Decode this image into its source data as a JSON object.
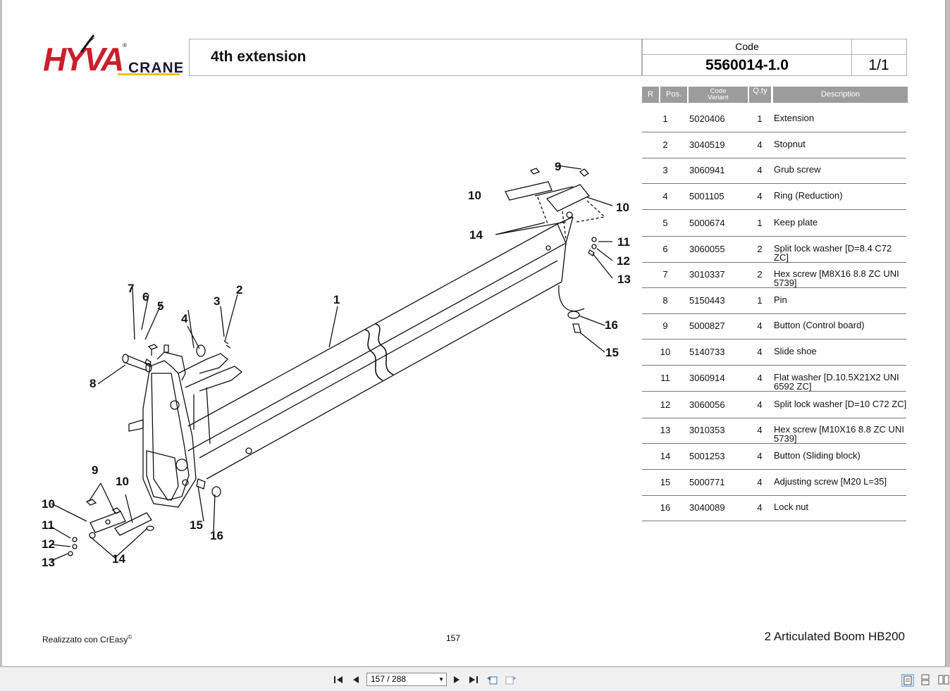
{
  "logo": {
    "brand": "HYVA",
    "sub": "CRANE",
    "reg": "®"
  },
  "header": {
    "title": "4th extension",
    "code_label": "Code",
    "code": "5560014-1.0",
    "sheet": "1/1"
  },
  "table": {
    "headers": {
      "r": "R",
      "pos": "Pos.",
      "code_variant_1": "Code",
      "code_variant_2": "Variant",
      "qty": "Q.ty",
      "description": "Description"
    },
    "rows": [
      {
        "pos": "1",
        "code": "5020406",
        "qty": "1",
        "desc": "Extension"
      },
      {
        "pos": "2",
        "code": "3040519",
        "qty": "4",
        "desc": "Stopnut"
      },
      {
        "pos": "3",
        "code": "3060941",
        "qty": "4",
        "desc": "Grub screw"
      },
      {
        "pos": "4",
        "code": "5001105",
        "qty": "4",
        "desc": "Ring (Reduction)"
      },
      {
        "pos": "5",
        "code": "5000674",
        "qty": "1",
        "desc": "Keep plate"
      },
      {
        "pos": "6",
        "code": "3060055",
        "qty": "2",
        "desc": "Split lock washer  [D=8.4 C72 ZC]"
      },
      {
        "pos": "7",
        "code": "3010337",
        "qty": "2",
        "desc": "Hex screw  [M8X16 8.8 ZC UNI 5739]"
      },
      {
        "pos": "8",
        "code": "5150443",
        "qty": "1",
        "desc": "Pin"
      },
      {
        "pos": "9",
        "code": "5000827",
        "qty": "4",
        "desc": "Button (Control board)"
      },
      {
        "pos": "10",
        "code": "5140733",
        "qty": "4",
        "desc": "Slide shoe"
      },
      {
        "pos": "11",
        "code": "3060914",
        "qty": "4",
        "desc": "Flat washer  [D.10.5X21X2 UNI 6592 ZC]"
      },
      {
        "pos": "12",
        "code": "3060056",
        "qty": "4",
        "desc": "Split lock washer  [D=10 C72 ZC]"
      },
      {
        "pos": "13",
        "code": "3010353",
        "qty": "4",
        "desc": "Hex screw  [M10X16 8.8 ZC UNI 5739]"
      },
      {
        "pos": "14",
        "code": "5001253",
        "qty": "4",
        "desc": "Button (Sliding block)"
      },
      {
        "pos": "15",
        "code": "5000771",
        "qty": "4",
        "desc": "Adjusting screw  [M20 L=35]"
      },
      {
        "pos": "16",
        "code": "3040089",
        "qty": "4",
        "desc": "Lock nut"
      }
    ]
  },
  "diagram": {
    "callouts": [
      "1",
      "2",
      "3",
      "4",
      "5",
      "6",
      "7",
      "8",
      "9",
      "10",
      "14",
      "10",
      "11",
      "12",
      "13",
      "16",
      "15",
      "9",
      "10",
      "10",
      "11",
      "12",
      "13",
      "14",
      "15",
      "16"
    ]
  },
  "footer": {
    "made_with": "Realizzato con CrEasy",
    "made_with_mark": "©",
    "page_number": "157",
    "model": "2 Articulated Boom HB200"
  },
  "viewer": {
    "page_field": "157 / 288"
  }
}
